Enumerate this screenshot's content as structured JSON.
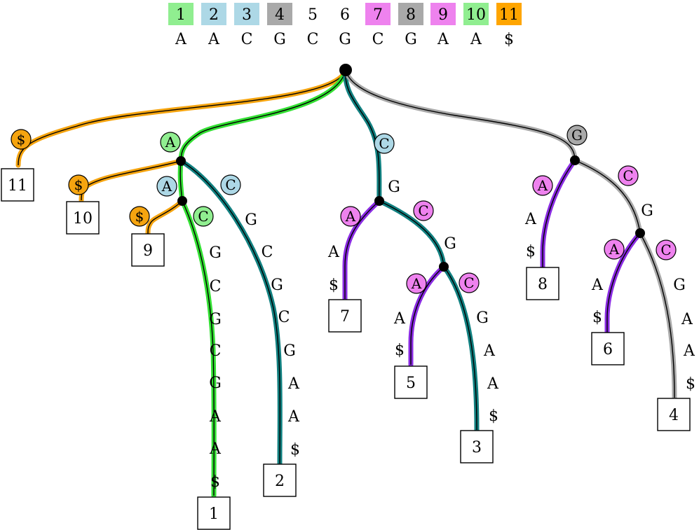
{
  "header": {
    "positions": [
      {
        "num": "1",
        "char": "A",
        "color": "#90EE90"
      },
      {
        "num": "2",
        "char": "A",
        "color": "#ADD8E6"
      },
      {
        "num": "3",
        "char": "C",
        "color": "#ADD8E6"
      },
      {
        "num": "4",
        "char": "G",
        "color": "#A9A9A9"
      },
      {
        "num": "5",
        "char": "C",
        "color": ""
      },
      {
        "num": "6",
        "char": "G",
        "color": ""
      },
      {
        "num": "7",
        "char": "C",
        "color": "#EE82EE"
      },
      {
        "num": "8",
        "char": "G",
        "color": "#A9A9A9"
      },
      {
        "num": "9",
        "char": "A",
        "color": "#EE82EE"
      },
      {
        "num": "10",
        "char": "A",
        "color": "#90EE90"
      },
      {
        "num": "11",
        "char": "$",
        "color": "#FFA500"
      }
    ]
  },
  "colors": {
    "orange": "#F5A40F",
    "green": "#33E033",
    "teal": "#118080",
    "purple": "#8A2BE2",
    "gray": "#A9A9A9",
    "circle_orange": "#F5A40F",
    "circle_green": "#90EE90",
    "circle_blue": "#ADD8E6",
    "circle_gray": "#A9A9A9",
    "circle_violet": "#EE82EE"
  },
  "tree": {
    "leaves": [
      {
        "id": "leaf-11",
        "label": "11"
      },
      {
        "id": "leaf-10",
        "label": "10"
      },
      {
        "id": "leaf-9",
        "label": "9"
      },
      {
        "id": "leaf-1",
        "label": "1"
      },
      {
        "id": "leaf-2",
        "label": "2"
      },
      {
        "id": "leaf-7",
        "label": "7"
      },
      {
        "id": "leaf-5",
        "label": "5"
      },
      {
        "id": "leaf-3",
        "label": "3"
      },
      {
        "id": "leaf-8",
        "label": "8"
      },
      {
        "id": "leaf-6",
        "label": "6"
      },
      {
        "id": "leaf-4",
        "label": "4"
      }
    ],
    "circles": [
      {
        "id": "c-dollar-11",
        "char": "$",
        "color": "orange"
      },
      {
        "id": "c-A-root",
        "char": "A",
        "color": "green"
      },
      {
        "id": "c-dollar-10",
        "char": "$",
        "color": "orange"
      },
      {
        "id": "c-A-blue",
        "char": "A",
        "color": "blue"
      },
      {
        "id": "c-C-blue",
        "char": "C",
        "color": "blue"
      },
      {
        "id": "c-dollar-9",
        "char": "$",
        "color": "orange"
      },
      {
        "id": "c-C-green",
        "char": "C",
        "color": "green"
      },
      {
        "id": "c-C-root",
        "char": "C",
        "color": "blue"
      },
      {
        "id": "c-A-cg",
        "char": "A",
        "color": "violet"
      },
      {
        "id": "c-C-cg",
        "char": "C",
        "color": "violet"
      },
      {
        "id": "c-A-cgcg",
        "char": "A",
        "color": "violet"
      },
      {
        "id": "c-C-cgcg",
        "char": "C",
        "color": "violet"
      },
      {
        "id": "c-G-root",
        "char": "G",
        "color": "gray"
      },
      {
        "id": "c-A-g",
        "char": "A",
        "color": "violet"
      },
      {
        "id": "c-C-g",
        "char": "C",
        "color": "violet"
      },
      {
        "id": "c-A-gcg",
        "char": "A",
        "color": "violet"
      },
      {
        "id": "c-C-gcg",
        "char": "C",
        "color": "violet"
      }
    ],
    "edge_labels": {
      "leaf1": [
        "G",
        "C",
        "G",
        "C",
        "G",
        "A",
        "A",
        "$"
      ],
      "leaf2": [
        "G",
        "C",
        "G",
        "C",
        "G",
        "A",
        "A",
        "$"
      ],
      "cnode": [
        "G"
      ],
      "leaf7": [
        "A",
        "$"
      ],
      "cgnode": [
        "G"
      ],
      "leaf5": [
        "A",
        "$"
      ],
      "leaf3": [
        "G",
        "A",
        "A",
        "$"
      ],
      "leaf8": [
        "A",
        "$"
      ],
      "gnode": [
        "G"
      ],
      "leaf6": [
        "A",
        "$"
      ],
      "leaf4": [
        "G",
        "A",
        "A",
        "$"
      ]
    }
  }
}
